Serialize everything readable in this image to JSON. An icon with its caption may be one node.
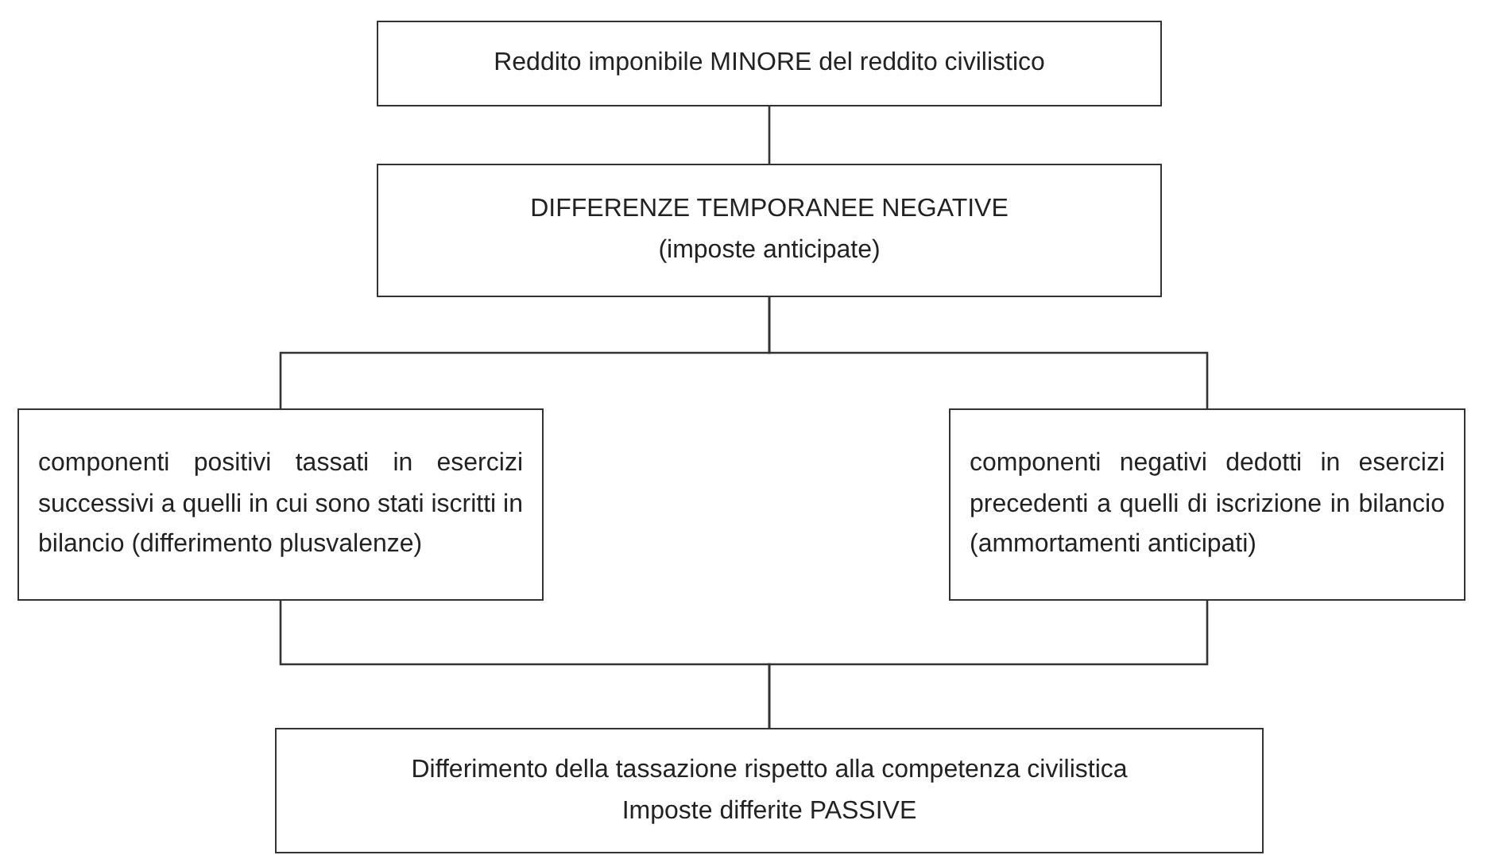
{
  "diagram": {
    "nodes": [
      {
        "text": [
          "Reddito imponibile MINORE del reddito civilistico"
        ]
      },
      {
        "text": [
          "DIFFERENZE TEMPORANEE NEGATIVE",
          "(imposte anticipate)"
        ]
      },
      {
        "text": [
          "componenti positivi tassati in esercizi successivi a quelli in cui sono stati iscritti in bilancio (differimento plusvalenze)"
        ]
      },
      {
        "text": [
          "componenti negativi dedotti in esercizi precedenti a quelli di iscrizione in bilancio (ammortamenti anticipati)"
        ]
      },
      {
        "text": [
          "Differimento della tassazione rispetto alla competenza civilistica",
          "Imposte differite PASSIVE"
        ]
      }
    ],
    "edges": [
      {
        "from": 0,
        "to": 1,
        "arrow": "none"
      },
      {
        "from": 1,
        "to": 2,
        "arrow": "none"
      },
      {
        "from": 1,
        "to": 3,
        "arrow": "none"
      },
      {
        "from": 2,
        "to": 4,
        "arrow": "none"
      },
      {
        "from": 3,
        "to": 4,
        "arrow": "none"
      }
    ]
  }
}
